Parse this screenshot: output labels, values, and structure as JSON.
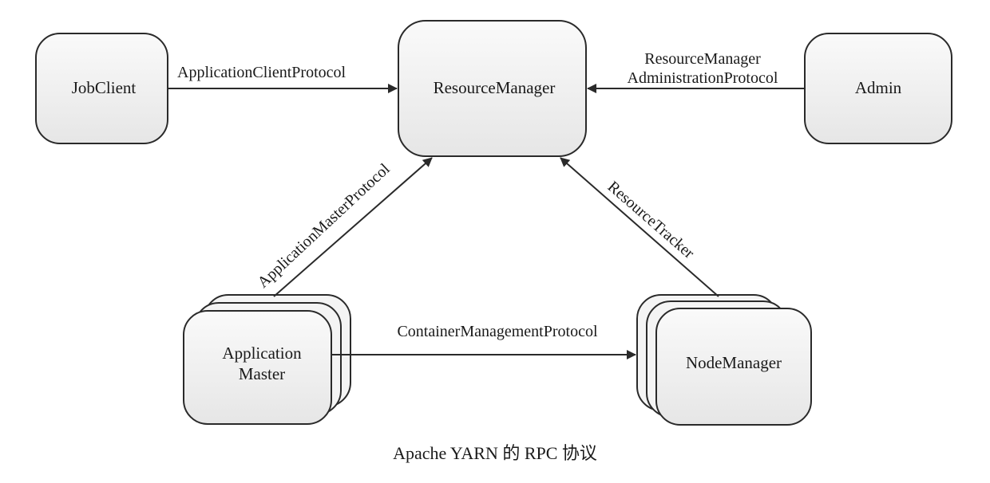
{
  "nodes": {
    "job_client": "JobClient",
    "resource_manager": "ResourceManager",
    "admin": "Admin",
    "application_master": [
      "Application",
      "Master"
    ],
    "node_manager": "NodeManager"
  },
  "edges": {
    "application_client_protocol": "ApplicationClientProtocol",
    "rm_admin_protocol": [
      "ResourceManager",
      "AdministrationProtocol"
    ],
    "application_master_protocol": "ApplicationMasterProtocol",
    "resource_tracker": "ResourceTracker",
    "container_management_protocol": "ContainerManagementProtocol"
  },
  "caption": "Apache YARN 的 RPC 协议"
}
